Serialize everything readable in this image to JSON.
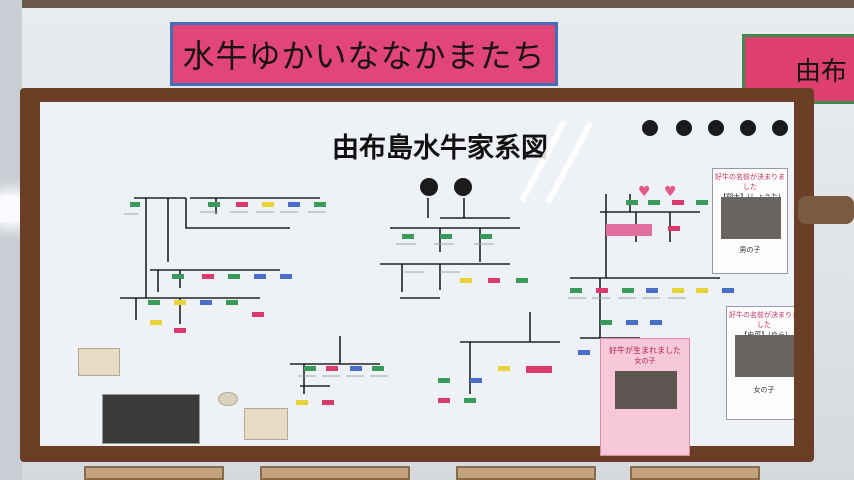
{
  "banner": {
    "text": "水牛ゆかいななかまたち"
  },
  "banner_right": {
    "text": "由布"
  },
  "board": {
    "title": "由布島水牛家系図"
  },
  "cards": {
    "right_top_head": "好牛の名前が決まりました",
    "right_top_name": "【翔太】(しょうた)",
    "right_top_sex": "男の子",
    "right_bottom_head": "好牛の名前が決まりました",
    "right_bottom_name": "【由菜】(ゆら)",
    "right_bottom_sex": "女の子",
    "pink_head": "好牛が生まれました",
    "pink_sub": "女の子"
  },
  "colors": {
    "frame": "#6a3f25",
    "board": "#eef1f6",
    "banner": "#e2457a",
    "banner_border": "#3f6fb6",
    "tag_green": "#3a9a5a",
    "tag_pink": "#d93c6c",
    "tag_blue": "#4a6ec8",
    "tag_yellow": "#e7d23a"
  },
  "icons": [
    "water-buffalo-mascot-icon",
    "heart-icon",
    "photo-icon"
  ]
}
